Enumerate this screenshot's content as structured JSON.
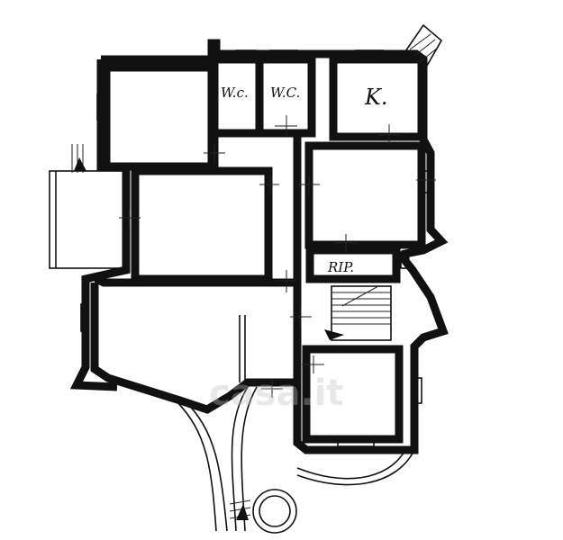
{
  "plan": {
    "rooms": {
      "wc1": "W.c.",
      "wc2": "W.C.",
      "kitchen": "K.",
      "storage": "RIP."
    },
    "watermark": "casa.it"
  }
}
